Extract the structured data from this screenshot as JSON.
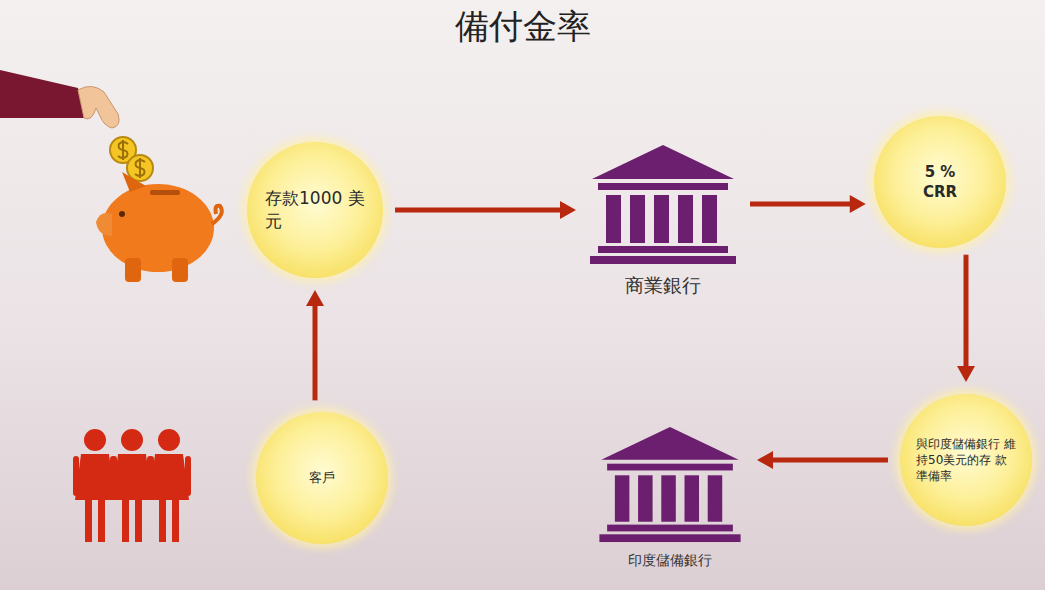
{
  "diagram": {
    "title": "備付金率",
    "nodes": [
      {
        "text": [
          "存款1000 美元"
        ]
      },
      {
        "text": [
          "商業銀行"
        ]
      },
      {
        "text": [
          "5 % CRR"
        ]
      },
      {
        "text": [
          "與印度儲備銀行 維持50美元的存 款準備率"
        ]
      },
      {
        "text": [
          "印度儲備銀行"
        ]
      },
      {
        "text": [
          "客戶"
        ]
      }
    ],
    "edges": [
      {
        "from": 0,
        "to": 1,
        "arrow": "to"
      },
      {
        "from": 1,
        "to": 2,
        "arrow": "to"
      },
      {
        "from": 2,
        "to": 3,
        "arrow": "to"
      },
      {
        "from": 3,
        "to": 4,
        "arrow": "to"
      },
      {
        "from": 5,
        "to": 0,
        "arrow": "to"
      }
    ]
  }
}
